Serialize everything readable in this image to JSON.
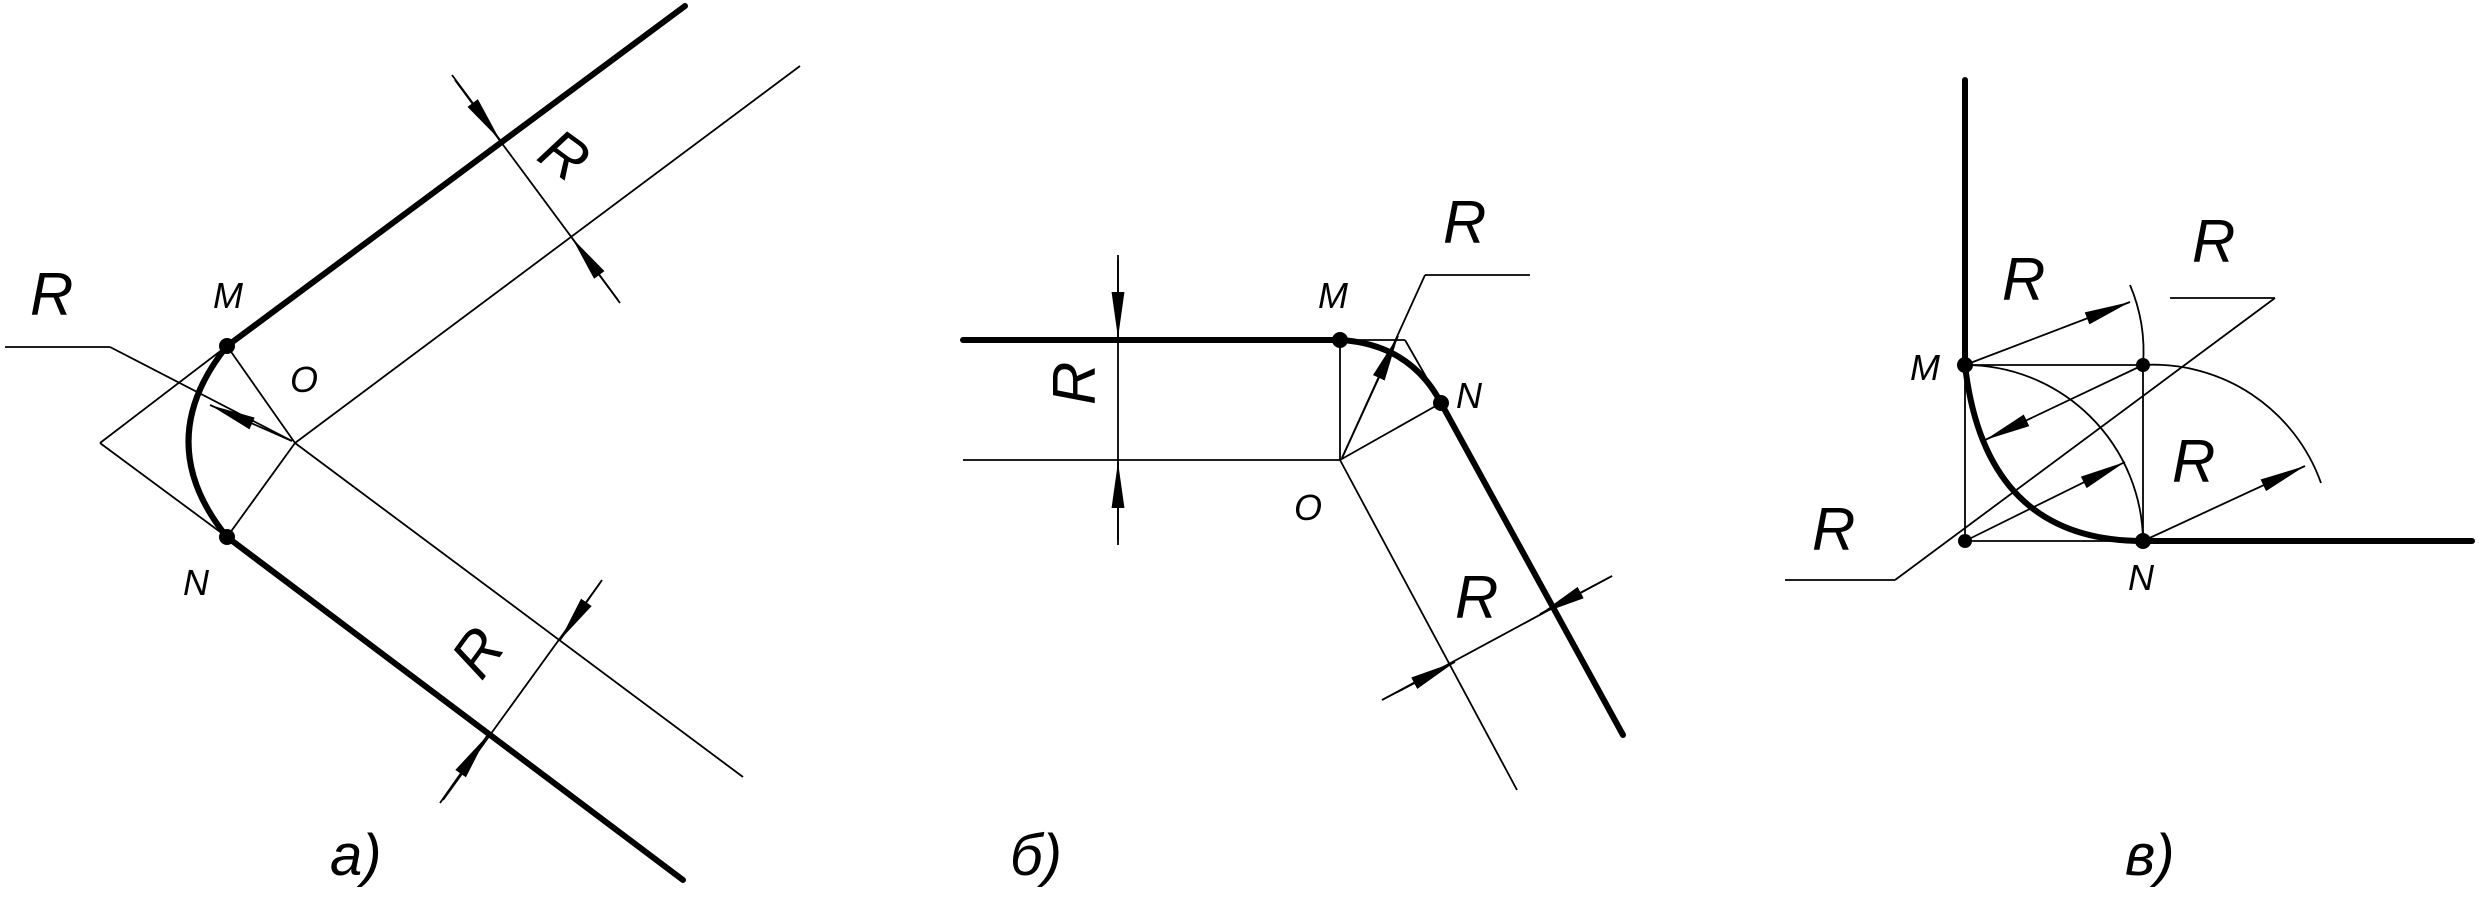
{
  "figures": [
    {
      "id": "a",
      "caption": "а)",
      "labels": {
        "radius_top": "R",
        "radius_bottom": "R",
        "radius_leader": "R",
        "point_m": "M",
        "point_n": "N",
        "center": "O"
      }
    },
    {
      "id": "b",
      "caption": "б)",
      "labels": {
        "radius_left": "R",
        "radius_right": "R",
        "radius_leader": "R",
        "point_m": "M",
        "point_n": "N",
        "center": "O"
      }
    },
    {
      "id": "c",
      "caption": "в)",
      "labels": {
        "radius_upper": "R",
        "radius_leader_top": "R",
        "radius_right": "R",
        "radius_leader_bottom": "R",
        "point_m": "M",
        "point_n": "N"
      }
    }
  ]
}
